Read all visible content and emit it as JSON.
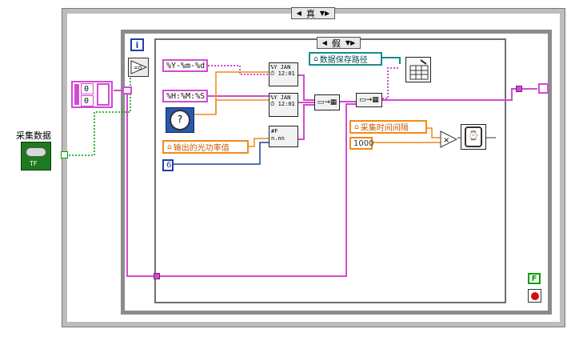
{
  "outer_case": {
    "selector": "真"
  },
  "inner_case": {
    "selector": "假"
  },
  "loop": {
    "iteration_label": "i",
    "stop_label": "F"
  },
  "control": {
    "label": "采集数据",
    "bool_text": "TF"
  },
  "array_const": {
    "values": [
      "0",
      "0"
    ]
  },
  "format_strings": {
    "date": "%Y-%m-%d",
    "time": "%H:%M:%S"
  },
  "locals": {
    "save_path": "数据保存路径",
    "power_value": "输出的光功率值",
    "interval": "采集时间间隔"
  },
  "constants": {
    "digits": "6",
    "ms_multiplier": "1000"
  },
  "icons": {
    "clock": "stopwatch-icon",
    "wait": "wait-ms-icon",
    "write_file": "write-spreadsheet-icon",
    "date_time": "format-date-time-icon",
    "number_to_string": "number-to-fractional-string-icon",
    "build_array": "build-array-icon",
    "multiply": "multiply-icon",
    "stop": "stop-icon"
  },
  "colors": {
    "string_wire": "#d14bd1",
    "numeric_wire_dbl": "#f08a1a",
    "numeric_wire_int": "#1f3ea8",
    "boolean_wire": "#00a000",
    "path_wire": "#1a8a8a",
    "frame_gray": "#bdbdbd"
  }
}
